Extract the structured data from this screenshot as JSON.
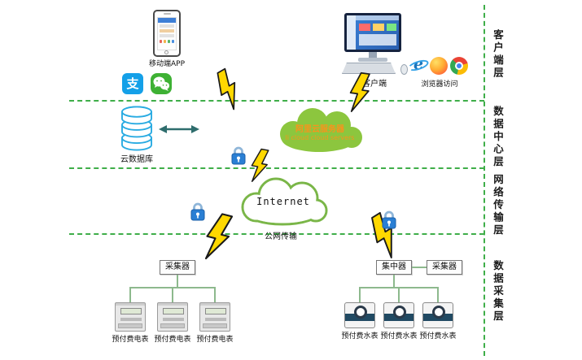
{
  "layer_labels": {
    "client": "客户端层",
    "datacenter": "数据中心层",
    "network": "网络传输层",
    "acquisition": "数据采集层"
  },
  "client_layer": {
    "mobile_app_label": "移动端APP",
    "alipay_glyph": "支",
    "ie_glyph": "e",
    "client_pc_label": "客户端",
    "browser_label": "浏览器访问"
  },
  "datacenter_layer": {
    "cloud_db_label": "云数据库",
    "ali_cloud_title": "阿里云服务器",
    "ali_cloud_subtitle": "li cloud  cloud servers"
  },
  "network_layer": {
    "internet_label": "Internet",
    "public_net_label": "公网传输"
  },
  "acquisition_layer": {
    "collector_left_label": "采集器",
    "concentrator_label": "集中器",
    "collector_right_label": "采集器",
    "electric_meter_labels": [
      "预付费电表",
      "预付费电表",
      "预付费电表"
    ],
    "water_meter_labels": [
      "预付费水表",
      "预付费水表",
      "预付费水表"
    ]
  },
  "colors": {
    "layer_divider_green": "#3fae49",
    "cloud_green": "#8cc63e",
    "cloud_text_orange": "#f7941d",
    "lock_blue": "#2a7fd4",
    "bolt_yellow": "#ffd800"
  }
}
